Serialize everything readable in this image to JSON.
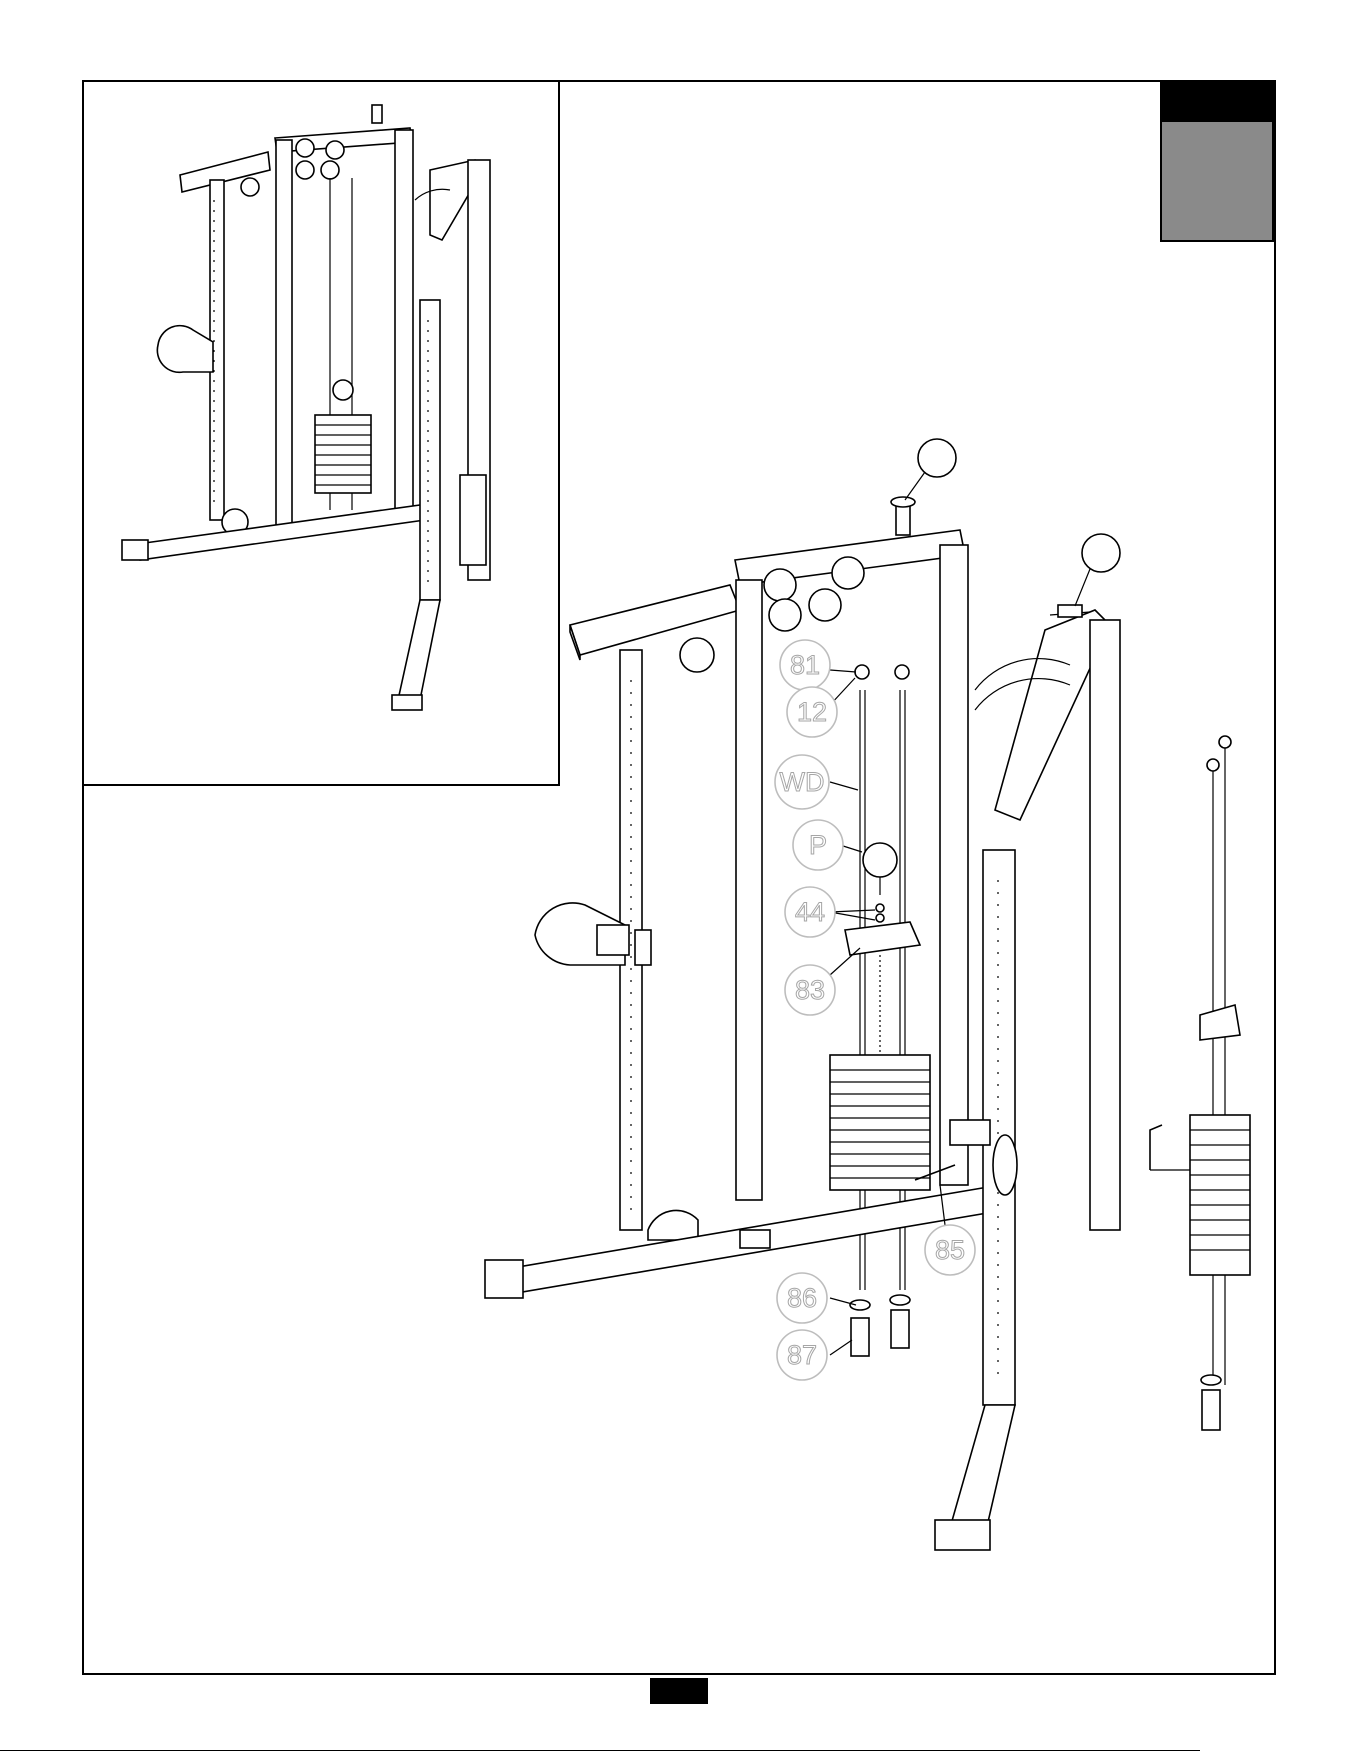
{
  "callouts": [
    {
      "id": "81",
      "label": "81"
    },
    {
      "id": "12",
      "label": "12"
    },
    {
      "id": "WD",
      "label": "WD"
    },
    {
      "id": "P",
      "label": "P"
    },
    {
      "id": "44",
      "label": "44"
    },
    {
      "id": "83",
      "label": "83"
    },
    {
      "id": "85",
      "label": "85"
    },
    {
      "id": "86",
      "label": "86"
    },
    {
      "id": "87",
      "label": "87"
    }
  ],
  "colors": {
    "line": "#000000",
    "callout_text": "#a6a6a6",
    "tab_grey": "#8a8a8a"
  },
  "icons": [
    "callout-bubble",
    "weight-stack",
    "pulley"
  ]
}
